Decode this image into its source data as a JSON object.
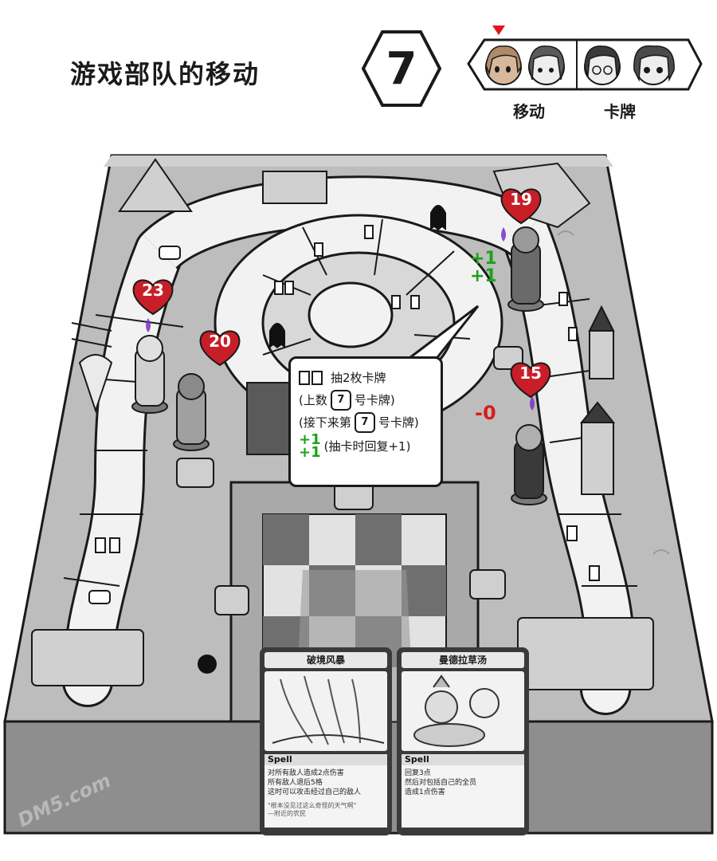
{
  "title": "游戏部队的移动",
  "turn_number": "7",
  "turn_order": {
    "labels": [
      "移动",
      "卡牌"
    ],
    "marker_color": "#e0141e"
  },
  "hearts": [
    {
      "id": "left-top",
      "value": "23"
    },
    {
      "id": "left-mid",
      "value": "20"
    },
    {
      "id": "right-top",
      "value": "19"
    },
    {
      "id": "right-mid",
      "value": "15"
    }
  ],
  "modifiers": {
    "right_top_green": [
      "+1",
      "+1"
    ],
    "right_mid_red": "-0"
  },
  "bubble": {
    "line1": "抽2枚卡牌",
    "line2_pre": "(上数",
    "line2_num": "7",
    "line2_post": "号卡牌)",
    "line3_pre": "(接下来第",
    "line3_num": "7",
    "line3_post": "号卡牌)",
    "line4_plus": [
      "+1",
      "+1"
    ],
    "line4_text": "(抽卡时回复+1)"
  },
  "cards": [
    {
      "name": "破境风暴",
      "type": "Spell",
      "text": [
        "对所有敌人造成2点伤害",
        "所有敌人退后5格",
        "这时可以攻击经过自己的敌人"
      ],
      "flavor": [
        "\"根本没见过这么奇怪的天气啊\"",
        "—附近的农民"
      ]
    },
    {
      "name": "曼德拉草汤",
      "type": "Spell",
      "text": [
        "回复3点",
        "然后对包括自己的全员",
        "造成1点伤害"
      ],
      "flavor": []
    }
  ],
  "watermark": "DM5.com",
  "colors": {
    "heart": "#c81e28",
    "green": "#1aa31a",
    "red": "#d81c1c",
    "ink": "#1a1a1a"
  }
}
